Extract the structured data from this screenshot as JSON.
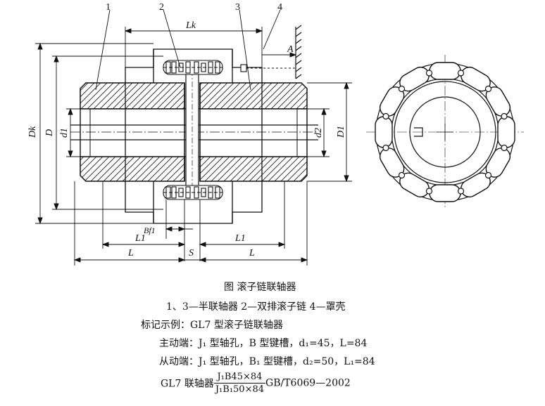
{
  "labels": {
    "n1": "1",
    "n2": "2",
    "n3": "3",
    "n4": "4",
    "Lk": "Lk",
    "A": "A",
    "Dk": "Dk",
    "D": "D",
    "d1": "d1",
    "d2": "d2",
    "D1": "D1",
    "L1_left": "L1",
    "Bf1": "Bf1",
    "L1_right": "L1",
    "L_left": "L",
    "S": "S",
    "L_right": "L"
  },
  "caption": {
    "title": "图  滚子链联轴器",
    "parts": "1、3—半联轴器  2—双排滚子链  4—罩壳",
    "example_label": "标记示例：GL7 型滚子链联轴器",
    "driving": "主动端：J₁ 型轴孔，B 型键槽，d₁=45，L=84",
    "driven": "从动端：J₁ 型轴孔，B₁ 型键槽，d₂=50，L₁=84",
    "marking_prefix": "GL7 联轴器",
    "marking_numerator": "J₁B45×84",
    "marking_denominator": "J₁B₁50×84",
    "marking_suffix": "GB/T6069—2002"
  }
}
